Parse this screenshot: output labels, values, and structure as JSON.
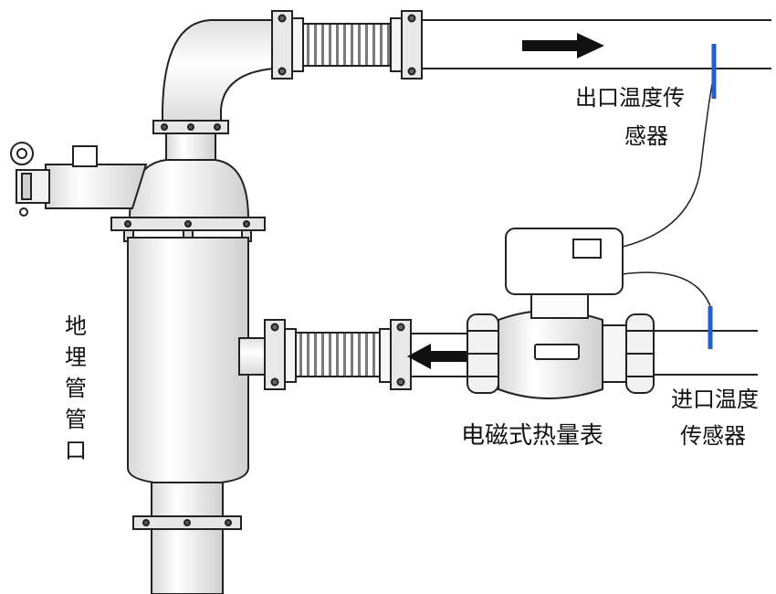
{
  "labels": {
    "outlet_sensor_line1": "出口温度传",
    "outlet_sensor_line2": "感器",
    "inlet_sensor_line1": "进口温度",
    "inlet_sensor_line2": "传感器",
    "meter": "电磁式热量表",
    "buried_pipe_vertical": [
      "地",
      "埋",
      "管",
      "管",
      "口"
    ]
  },
  "colors": {
    "line": "#222222",
    "sensor": "#1f5fd0",
    "arrow": "#111111",
    "background": "#ffffff"
  },
  "icons": {
    "flow_out": "arrow-right-icon",
    "flow_in": "arrow-left-icon"
  }
}
